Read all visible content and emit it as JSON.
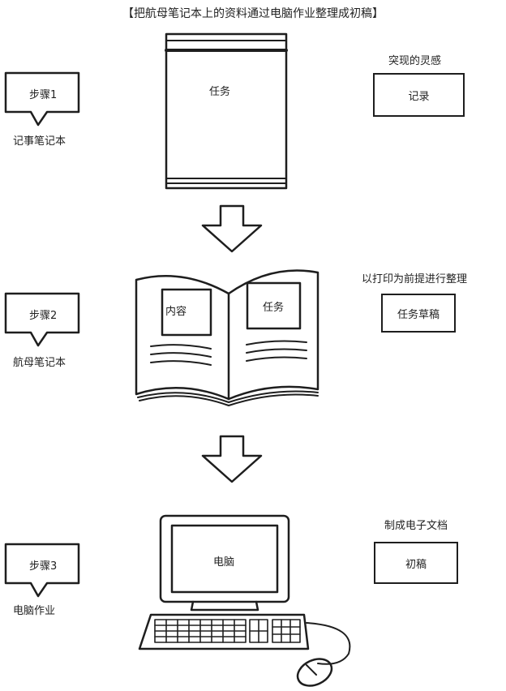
{
  "title": "【把航母笔记本上的资料通过电脑作业整理成初稿】",
  "steps": [
    {
      "badge": "步骤1",
      "caption": "记事笔记本",
      "right_label": "突现的灵感",
      "right_box": "记录",
      "illustration_label": "任务"
    },
    {
      "badge": "步骤2",
      "caption": "航母笔记本",
      "right_label": "以打印为前提进行整理",
      "right_box": "任务草稿",
      "left_page_label": "内容",
      "right_page_label": "任务"
    },
    {
      "badge": "步骤3",
      "caption": "电脑作业",
      "right_label": "制成电子文档",
      "right_box": "初稿",
      "illustration_label": "电脑"
    }
  ],
  "icons": [
    "down-arrow-icon",
    "notebook-icon",
    "open-book-icon",
    "computer-icon",
    "keyboard-icon",
    "mouse-icon"
  ]
}
